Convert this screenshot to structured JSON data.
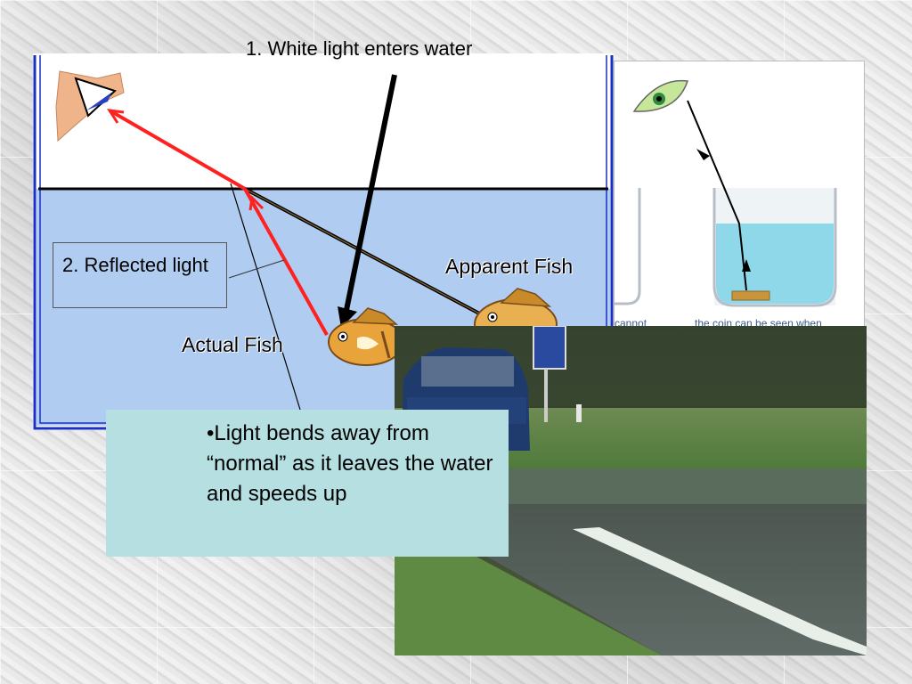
{
  "labels": {
    "step1": "1.  White light enters water",
    "step2": "2.  Reflected light",
    "actual_fish": "Actual Fish",
    "apparent_fish": "Apparent Fish"
  },
  "explanation": {
    "text": "•Light bends away from “normal” as it leaves the water and speeds up"
  },
  "right_diagram": {
    "caption_left": "cannot",
    "caption_right": "the coin can be seen when"
  },
  "colors": {
    "water": "#b0cdf1",
    "ray": "#ff2020",
    "frame": "#1a2fc4",
    "text_box": "#b6dfe2",
    "beaker_water": "#8fd8ea"
  },
  "icons": [
    "eye-icon",
    "fish-icon",
    "coin-icon"
  ]
}
